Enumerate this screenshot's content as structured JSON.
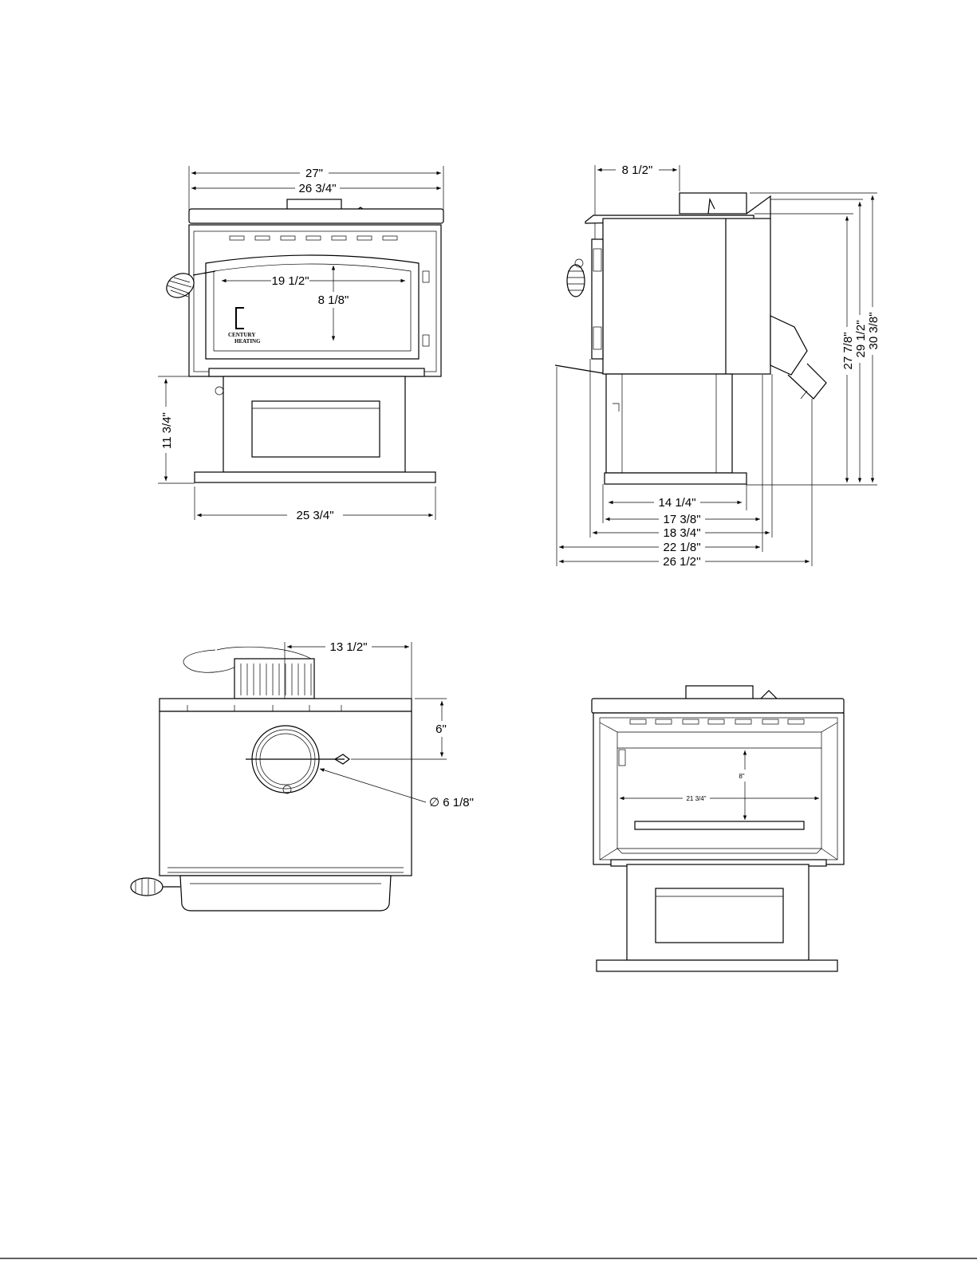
{
  "front_view": {
    "width_overall": "27\"",
    "width_top": "26 3/4\"",
    "door_width": "19 1/2\"",
    "door_height": "8 1/8\"",
    "pedestal_height": "11 3/4\"",
    "base_width": "25 3/4\"",
    "logo_line1": "CENTURY",
    "logo_line2": "HEATING"
  },
  "side_view": {
    "flue_offset": "8 1/2\"",
    "height_1": "27 7/8\"",
    "height_2": "29 1/2\"",
    "height_3": "30 3/8\"",
    "depth_1": "14 1/4\"",
    "depth_2": "17 3/8\"",
    "depth_3": "18 3/4\"",
    "depth_4": "22 1/8\"",
    "depth_5": "26 1/2''"
  },
  "top_view": {
    "flue_center": "13 1/2\"",
    "flue_offset": "6\"",
    "flue_diameter": "∅  6 1/8\""
  },
  "firebox_view": {
    "inner_height": "8\"",
    "inner_width": "21 3/4\""
  }
}
